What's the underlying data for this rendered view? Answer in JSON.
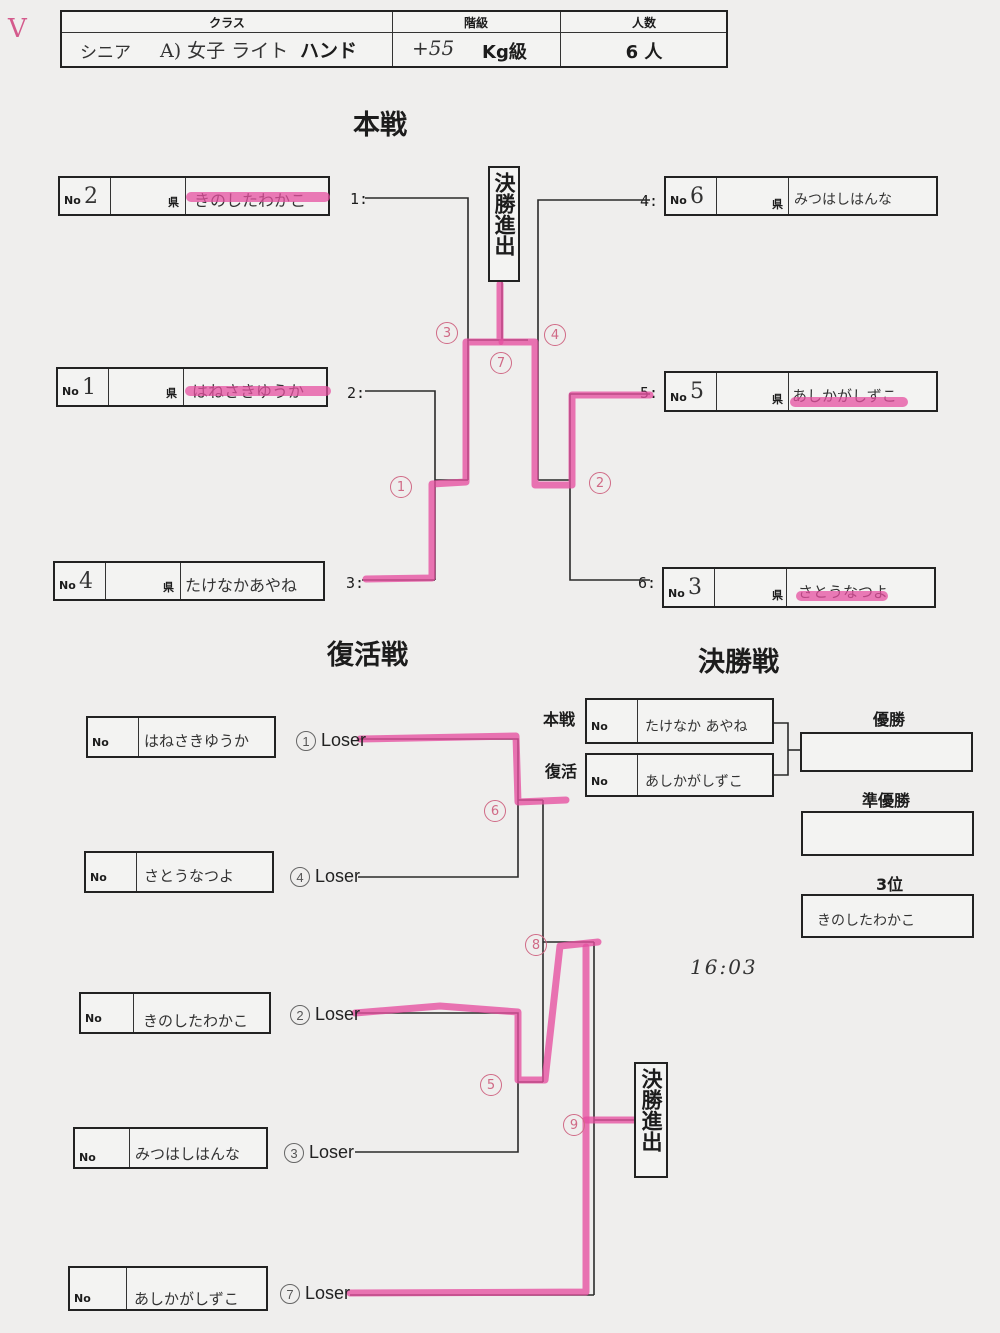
{
  "header": {
    "class_label": "クラス",
    "rank_label": "階級",
    "count_label": "人数",
    "class_prefix": "シニア",
    "class_value": "A) 女子 ライト",
    "class_suffix": "ハンド",
    "weight_value": "+55",
    "weight_unit": "Kg級",
    "count_value": "6 人"
  },
  "corner_mark": "V",
  "sections": {
    "main": "本戦",
    "repechage": "復活戦",
    "final": "決勝戦",
    "advance_text": "決勝進出"
  },
  "labels": {
    "no": "No",
    "pref": "県",
    "loser": "Loser",
    "final_main": "本戦",
    "final_rep": "復活",
    "winner": "優勝",
    "runner_up": "準優勝",
    "third": "3位"
  },
  "main_entries": [
    {
      "no": "2",
      "name": "きのしたわかこ",
      "slot": "1:"
    },
    {
      "no": "1",
      "name": "はねさきゆうか",
      "slot": "2:"
    },
    {
      "no": "4",
      "name": "たけなかあやね",
      "slot": "3:"
    },
    {
      "no": "6",
      "name": "みつはしはんな",
      "slot": "4:"
    },
    {
      "no": "5",
      "name": "あしかがしずこ",
      "slot": "5:"
    },
    {
      "no": "3",
      "name": "さとうなつよ",
      "slot": "6:"
    }
  ],
  "match_numbers": {
    "m1": "1",
    "m2": "2",
    "m3": "3",
    "m4": "4",
    "m5": "5",
    "m6": "6",
    "m7": "7",
    "m8": "8",
    "m9": "9"
  },
  "repechage_entries": [
    {
      "name": "はねさきゆうか",
      "match": "1"
    },
    {
      "name": "さとうなつよ",
      "match": "4"
    },
    {
      "name": "きのしたわかこ",
      "match": "2"
    },
    {
      "name": "みつはしはんな",
      "match": "3"
    },
    {
      "name": "あしかがしずこ",
      "match": "7"
    }
  ],
  "final": {
    "main_name": "たけなか あやね",
    "rep_name": "あしかがしずこ",
    "winner": "",
    "runner_up": "",
    "third": "きのしたわかこ"
  },
  "time_note": "16:03",
  "colors": {
    "highlight": "#e550a0",
    "ink": "#222222"
  }
}
